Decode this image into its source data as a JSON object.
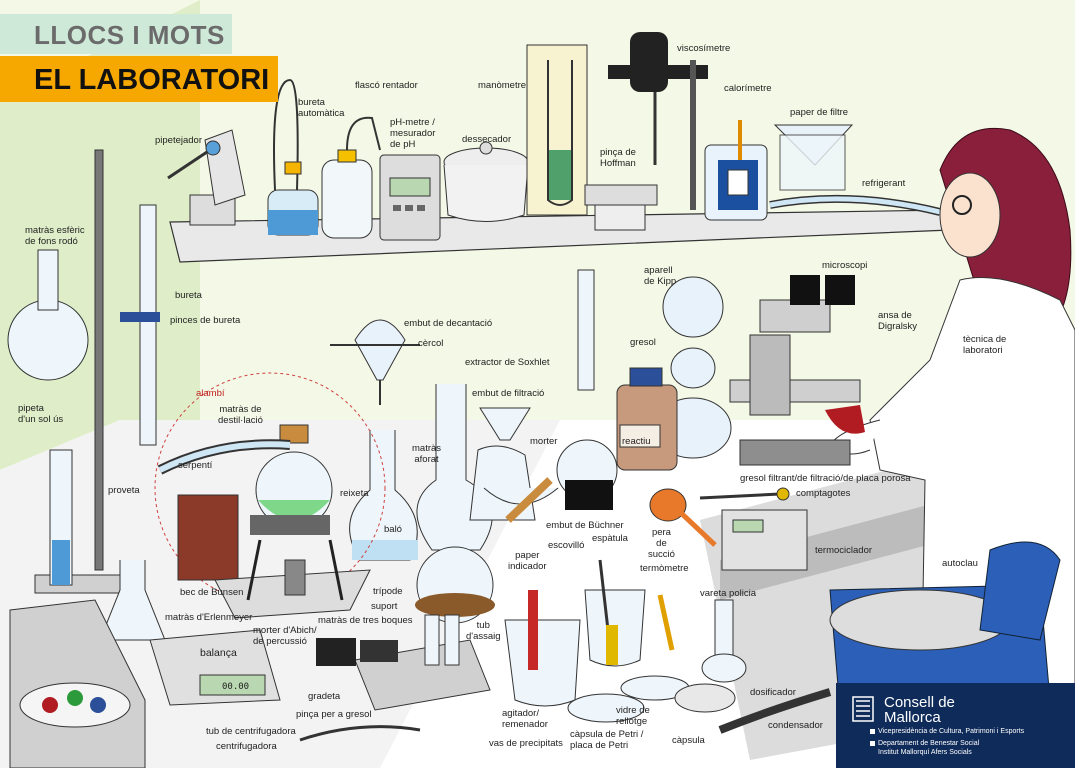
{
  "header": {
    "subtitle": "LLOCS I MOTS",
    "title": "EL LABORATORI"
  },
  "labels": {
    "pipetejador": "pipetejador",
    "bureta_automatica": "bureta\nautomàtica",
    "flasco_rentador": "flascó rentador",
    "ph_metre": "pH-metre /\nmesurador\nde pH",
    "dessecador": "dessecador",
    "manometre": "manòmetre",
    "pinca_hoffman": "pinça de\nHoffman",
    "viscosimetre": "viscosímetre",
    "calorimetre": "calorímetre",
    "paper_filtre": "paper de filtre",
    "refrigerant": "refrigerant",
    "matras_esferic": "matràs esfèric\nde fons rodó",
    "bureta": "bureta",
    "pinces_bureta": "pinces de bureta",
    "pipeta": "pipeta\nd'un sol ús",
    "alambi": "alambí",
    "matras_destil": "matràs de\ndestil·lació",
    "serpenti": "serpentí",
    "embut_decantacio": "embut de decantació",
    "cercol": "cèrcol",
    "extractor_soxhlet": "extractor de Soxhlet",
    "embut_filtracio": "embut de filtració",
    "matras_aforat": "matràs\naforat",
    "aparell_kipp": "aparell\nde Kipp",
    "microscopi": "microscopi",
    "ansa_digralsky": "ansa de\nDigralsky",
    "tecnica_lab": "tècnica de\nlaboratori",
    "gresol": "gresol",
    "reactiu": "reactiu",
    "morter": "morter",
    "reixeta": "reixeta",
    "proveta": "proveta",
    "balo": "baló",
    "gresol_filtrant": "gresol filtrant/de filtració/de placa porosa",
    "comptagotes": "comptagotes",
    "embut_buchner": "embut de Büchner",
    "espatula": "espàtula",
    "escovillo": "escovilló",
    "pera_succio": "pera\nde\nsucció",
    "termociclador": "termociclador",
    "paper_indicador": "paper\nindicador",
    "termometre": "termòmetre",
    "autoclau": "autoclau",
    "bec_bunsen": "bec de Bunsen",
    "tripode": "trípode",
    "suport": "suport",
    "matras_tres_boques": "matràs de tres boques",
    "matras_erlenmeyer": "matràs d'Erlenmeyer",
    "morter_abich": "morter d'Abich/\nde percussió",
    "tub_assaig": "tub\nd'assaig",
    "vareta_policia": "vareta policia",
    "balanca": "balança",
    "gradeta": "gradeta",
    "pinca_gresol": "pinça per a gresol",
    "agitador": "agitador/\nremenador",
    "vas_precipitats": "vas de precipitats",
    "capsula_petri": "càpsula de Petri /\nplaca de Petri",
    "vidre_rellotge": "vidre de\nrellotge",
    "capsula": "càpsula",
    "dosificador": "dosificador",
    "condensador": "condensador",
    "tub_centrifugadora": "tub de centrifugadora",
    "centrifugadora": "centrifugadora"
  },
  "instrument": {
    "ph_display": "",
    "balance_display": "00.00"
  },
  "logo": {
    "name": "Consell de\nMallorca",
    "line1": "Vicepresidència de Cultura, Patrimoni i Esports",
    "line2": "Departament de Benestar Social",
    "line3": "Institut Mallorquí Afers Socials"
  },
  "colors": {
    "header_green": "#cfe9d9",
    "header_orange": "#f6a800",
    "logo_navy": "#0f2b5a",
    "coat": "#ffffff",
    "hair": "#8a1f3c",
    "liquid_green": "#7fd88a",
    "liquid_blue": "#9fd3f0"
  }
}
